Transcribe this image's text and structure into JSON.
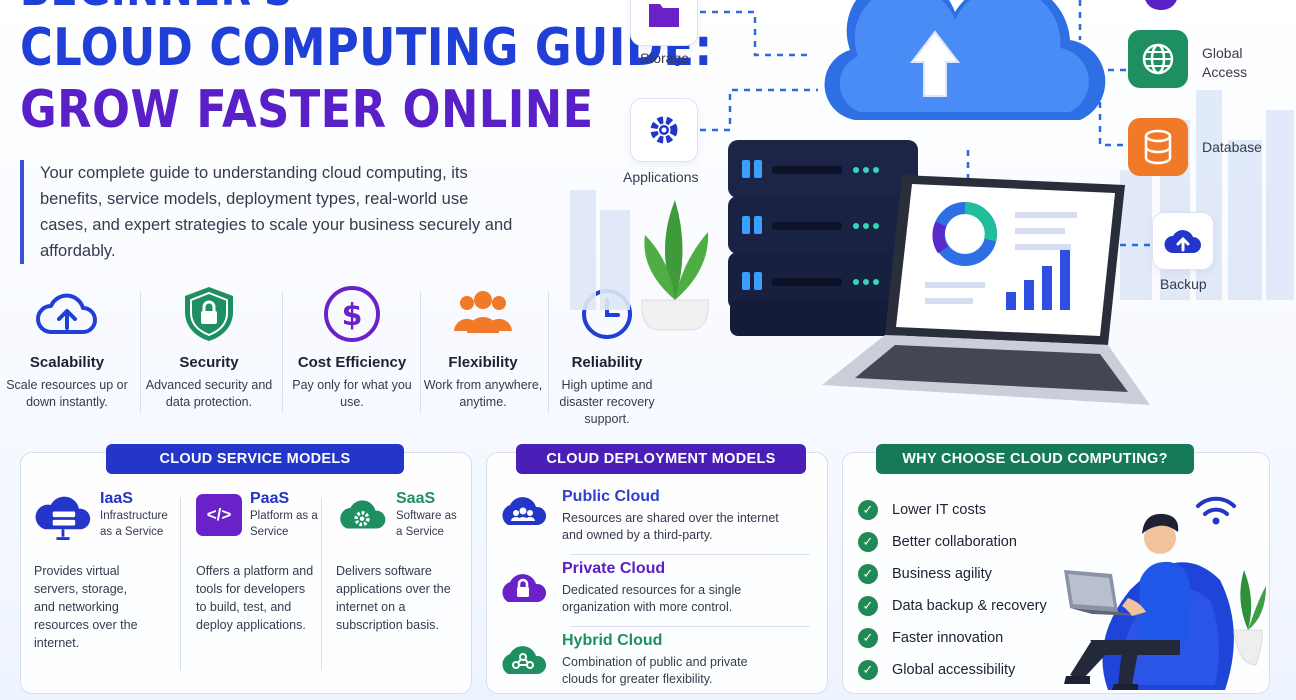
{
  "title": {
    "top_partial": "BEGINNER'S",
    "line1": "CLOUD COMPUTING GUIDE:",
    "line2": "GROW FASTER ONLINE"
  },
  "intro": "Your complete guide to understanding cloud computing, its benefits, service models, deployment types, real-world use cases, and expert strategies to scale your business securely and affordably.",
  "benefits": [
    {
      "icon": "cloud-upload-icon",
      "title": "Scalability",
      "desc": "Scale resources up or down instantly."
    },
    {
      "icon": "shield-lock-icon",
      "title": "Security",
      "desc": "Advanced security and data protection."
    },
    {
      "icon": "dollar-icon",
      "title": "Cost Efficiency",
      "desc": "Pay only for what you use."
    },
    {
      "icon": "people-icon",
      "title": "Flexibility",
      "desc": "Work from anywhere, anytime."
    },
    {
      "icon": "clock-icon",
      "title": "Reliability",
      "desc": "High uptime and disaster recovery support."
    }
  ],
  "diagram": {
    "nodes": {
      "storage": "Storage",
      "applications": "Applications",
      "global_access": "Global Access",
      "database": "Database",
      "backup": "Backup"
    }
  },
  "service_models": {
    "label": "CLOUD SERVICE MODELS",
    "items": [
      {
        "title": "IaaS",
        "sub": "Infrastructure as a Service",
        "desc": "Provides virtual servers, storage, and networking resources over the internet."
      },
      {
        "title": "PaaS",
        "sub": "Platform as a Service",
        "desc": "Offers a platform and tools for developers to build, test, and deploy applications."
      },
      {
        "title": "SaaS",
        "sub": "Software as a Service",
        "desc": "Delivers software applications over the internet on a subscription basis."
      }
    ]
  },
  "deployment_models": {
    "label": "CLOUD DEPLOYMENT MODELS",
    "items": [
      {
        "title": "Public Cloud",
        "desc": "Resources are shared over the internet and owned by a third-party."
      },
      {
        "title": "Private Cloud",
        "desc": "Dedicated resources for a single organization with more control."
      },
      {
        "title": "Hybrid Cloud",
        "desc": "Combination of public and private clouds for greater flexibility."
      }
    ]
  },
  "why_choose": {
    "label": "WHY CHOOSE CLOUD COMPUTING?",
    "items": [
      "Lower IT costs",
      "Better collaboration",
      "Business agility",
      "Data backup & recovery",
      "Faster innovation",
      "Global accessibility"
    ]
  },
  "colors": {
    "blue": "#1f3fd6",
    "purple": "#5a20c8",
    "service_label": "#2436c9",
    "deployment_label": "#4a1fb8",
    "why_label": "#157a57",
    "check": "#1f8a55",
    "orange": "#f07a28",
    "green": "#1e8f60"
  }
}
